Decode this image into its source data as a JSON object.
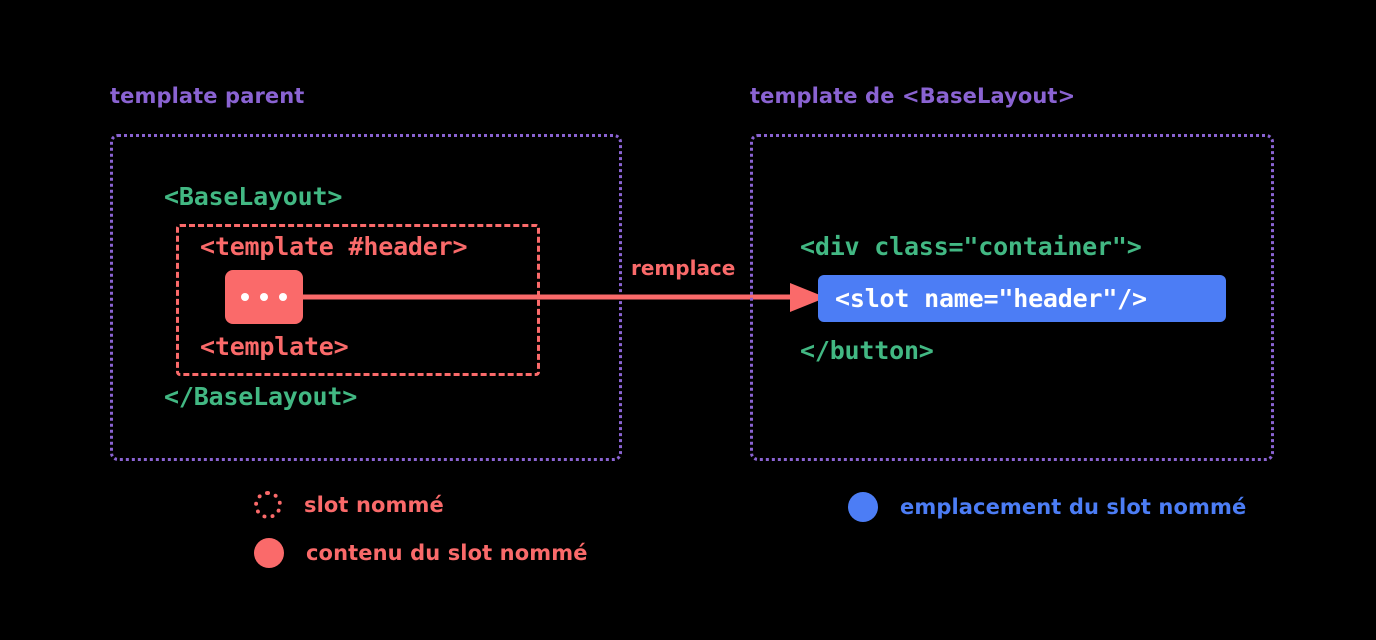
{
  "diagram": {
    "background_color": "#000000",
    "colors": {
      "heading_purple": "#8a63d2",
      "panel_border_purple": "#8a63d2",
      "code_green": "#42b883",
      "slot_red": "#fa6a6a",
      "outlet_blue": "#4c7df5",
      "outlet_text": "#ffffff"
    },
    "panels": [
      {
        "title": "template parent",
        "code_lines": [
          "<BaseLayout>",
          "<template #header>",
          "<template>",
          "</BaseLayout>"
        ]
      },
      {
        "title": "template de <BaseLayout>",
        "code_lines": [
          "<div class=\"container\">",
          "<slot name=\"header\"/>",
          "</button>"
        ]
      }
    ],
    "parent_panel": {
      "title": "template parent",
      "open_tag": "<BaseLayout>",
      "close_tag": "</BaseLayout>",
      "slot_template_open": "<template #header>",
      "slot_template_close": "<template>",
      "slot_content_chip": "..."
    },
    "base_panel": {
      "title": "template de <BaseLayout>",
      "div_open": "<div class=\"container\">",
      "slot_outlet": "<slot name=\"header\"/>",
      "button_close": "</button>"
    },
    "arrow": {
      "label": "remplace",
      "direction": "left-to-right",
      "color": "#fa6a6a"
    },
    "legend": {
      "left": [
        {
          "marker": "dashed-circle-red",
          "label": "slot nommé"
        },
        {
          "marker": "solid-circle-red",
          "label": "contenu du slot nommé"
        }
      ],
      "right": [
        {
          "marker": "solid-circle-blue",
          "label": "emplacement du slot nommé"
        }
      ]
    }
  }
}
